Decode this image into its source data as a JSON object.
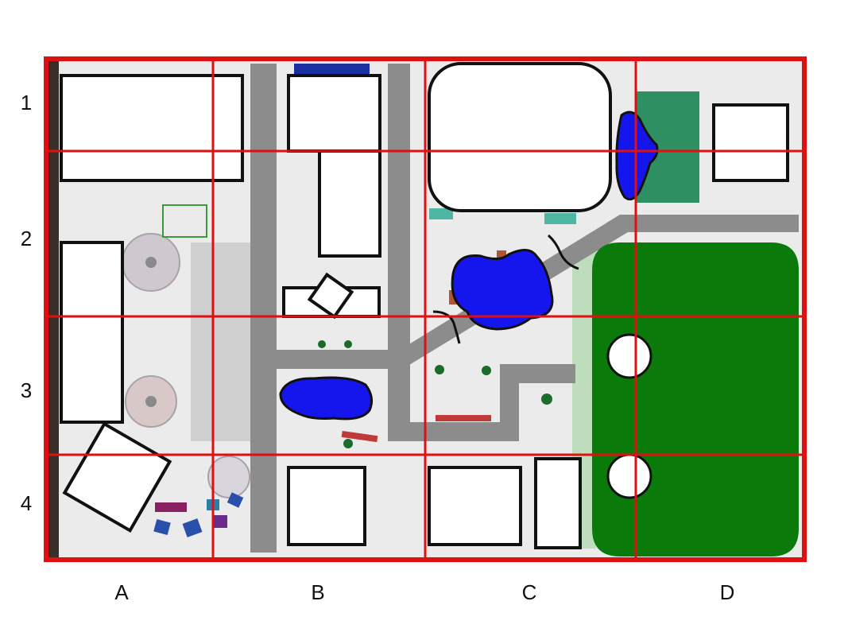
{
  "grid": {
    "row_labels": [
      "1",
      "2",
      "3",
      "4"
    ],
    "col_labels": [
      "A",
      "B",
      "C",
      "D"
    ]
  },
  "colors": {
    "frame": "#e01010",
    "grid": "#e01010",
    "road": "#8c8c8c",
    "water": "#1515ee",
    "park": "#0a7a0a",
    "building": "#ffffff",
    "ground": "#eceaea"
  }
}
